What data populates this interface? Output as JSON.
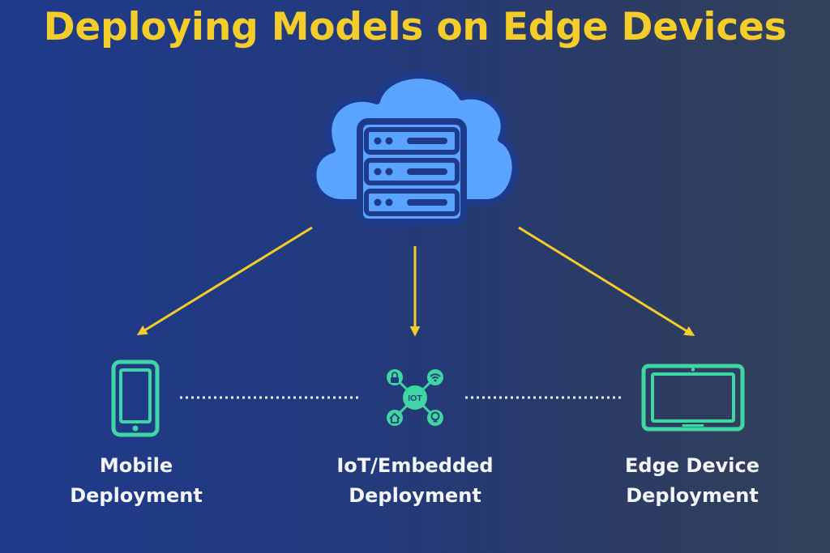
{
  "title": "Deploying Models on Edge Devices",
  "colors": {
    "title": "#f5cd2a",
    "arrow": "#f5cd2a",
    "cloud_fill": "#5aa4ff",
    "cloud_outline": "#1e3a8a",
    "device_green": "#3ed6a3",
    "label_text": "#f3f5fa"
  },
  "nodes": {
    "cloud": {
      "icon": "cloud-server-icon"
    },
    "mobile": {
      "icon": "smartphone-icon",
      "label_line1": "Mobile",
      "label_line2": "Deployment"
    },
    "iot": {
      "icon": "iot-hub-icon",
      "hub_text": "IOT",
      "label_line1": "IoT/Embedded",
      "label_line2": "Deployment"
    },
    "edge": {
      "icon": "tablet-icon",
      "label_line1": "Edge Device",
      "label_line2": "Deployment"
    }
  }
}
